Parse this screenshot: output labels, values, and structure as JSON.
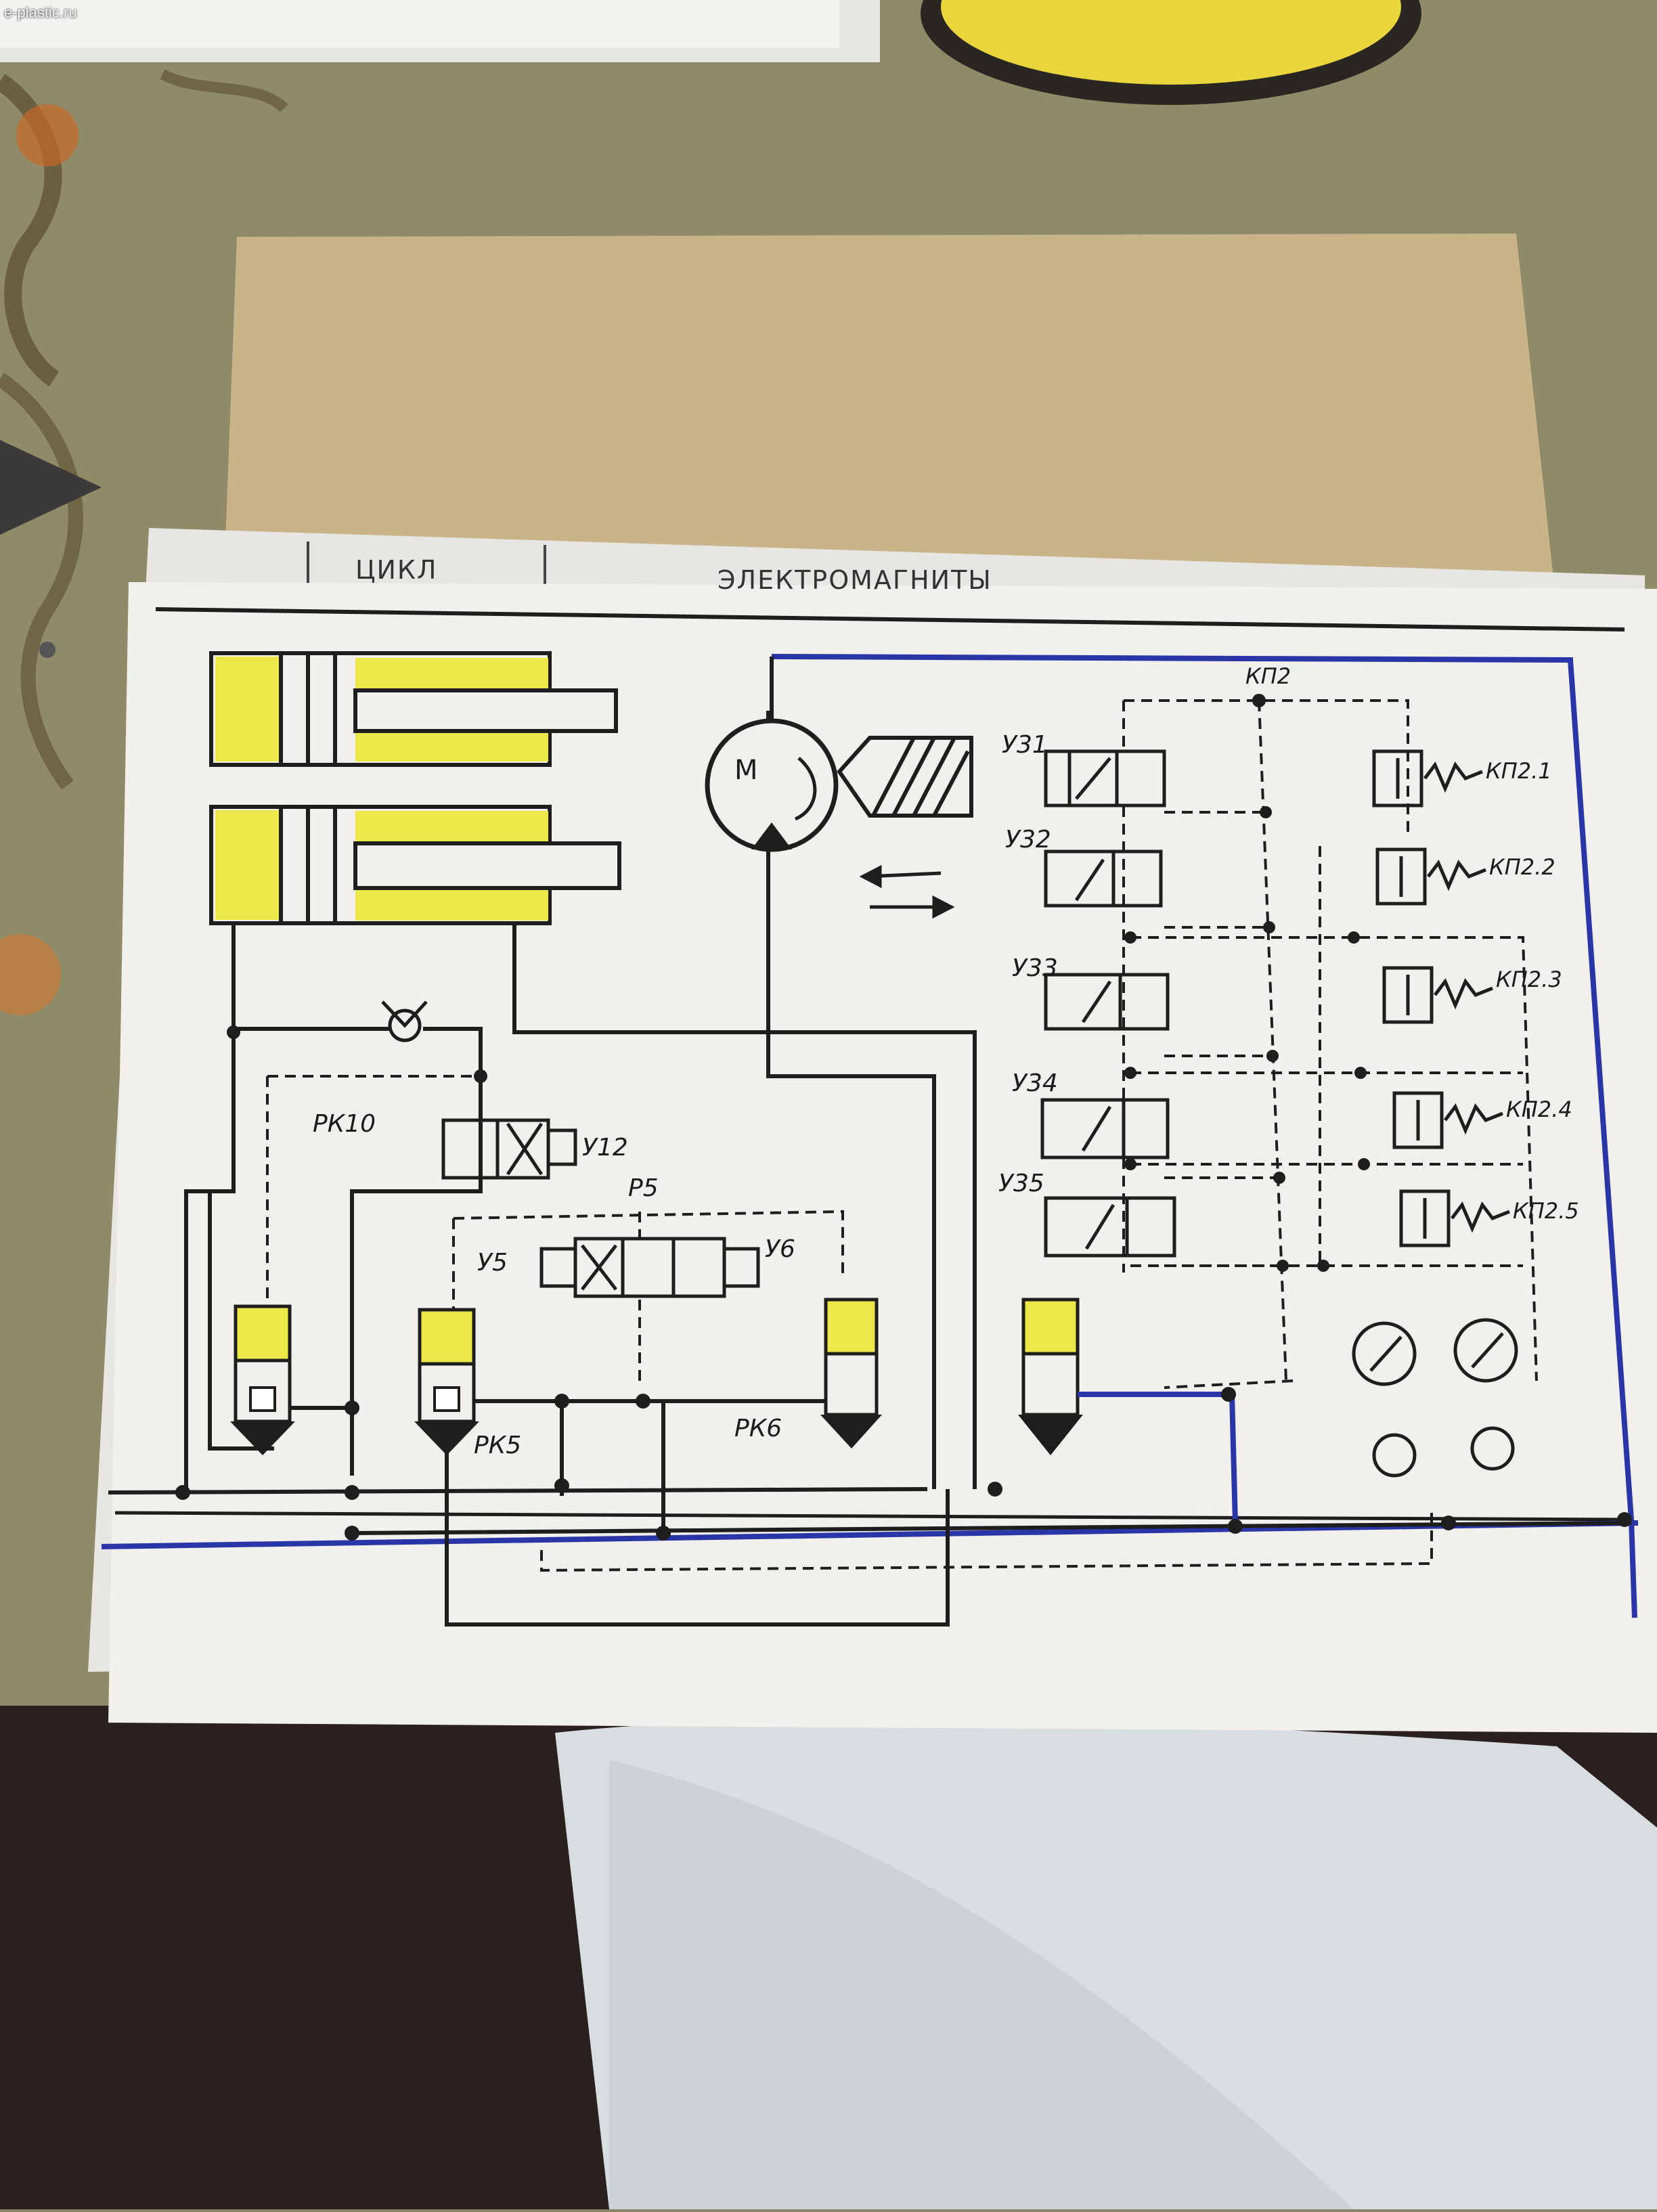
{
  "watermark": "e-plastic.ru",
  "header": {
    "cell_left": "ЦИКЛ",
    "cell_right": "ЭЛЕКТРОМАГНИТЫ"
  },
  "labels": {
    "pressure_switch_group": "КП2",
    "switches": [
      "КП2.1",
      "КП2.2",
      "КП2.3",
      "КП2.4",
      "КП2.5"
    ],
    "solenoids": [
      "У31",
      "У32",
      "У33",
      "У34",
      "У35"
    ],
    "y12": "У12",
    "y5": "У5",
    "y6": "У6",
    "rk10": "РК10",
    "p5": "Р5",
    "rk5": "РК5",
    "rk6": "РК6",
    "motor": "М"
  },
  "colors": {
    "cylinder_fill": "#ece84a",
    "line_black": "#1e1e1e",
    "line_blue": "#2a35a8",
    "paper": "#f1f0ec"
  }
}
